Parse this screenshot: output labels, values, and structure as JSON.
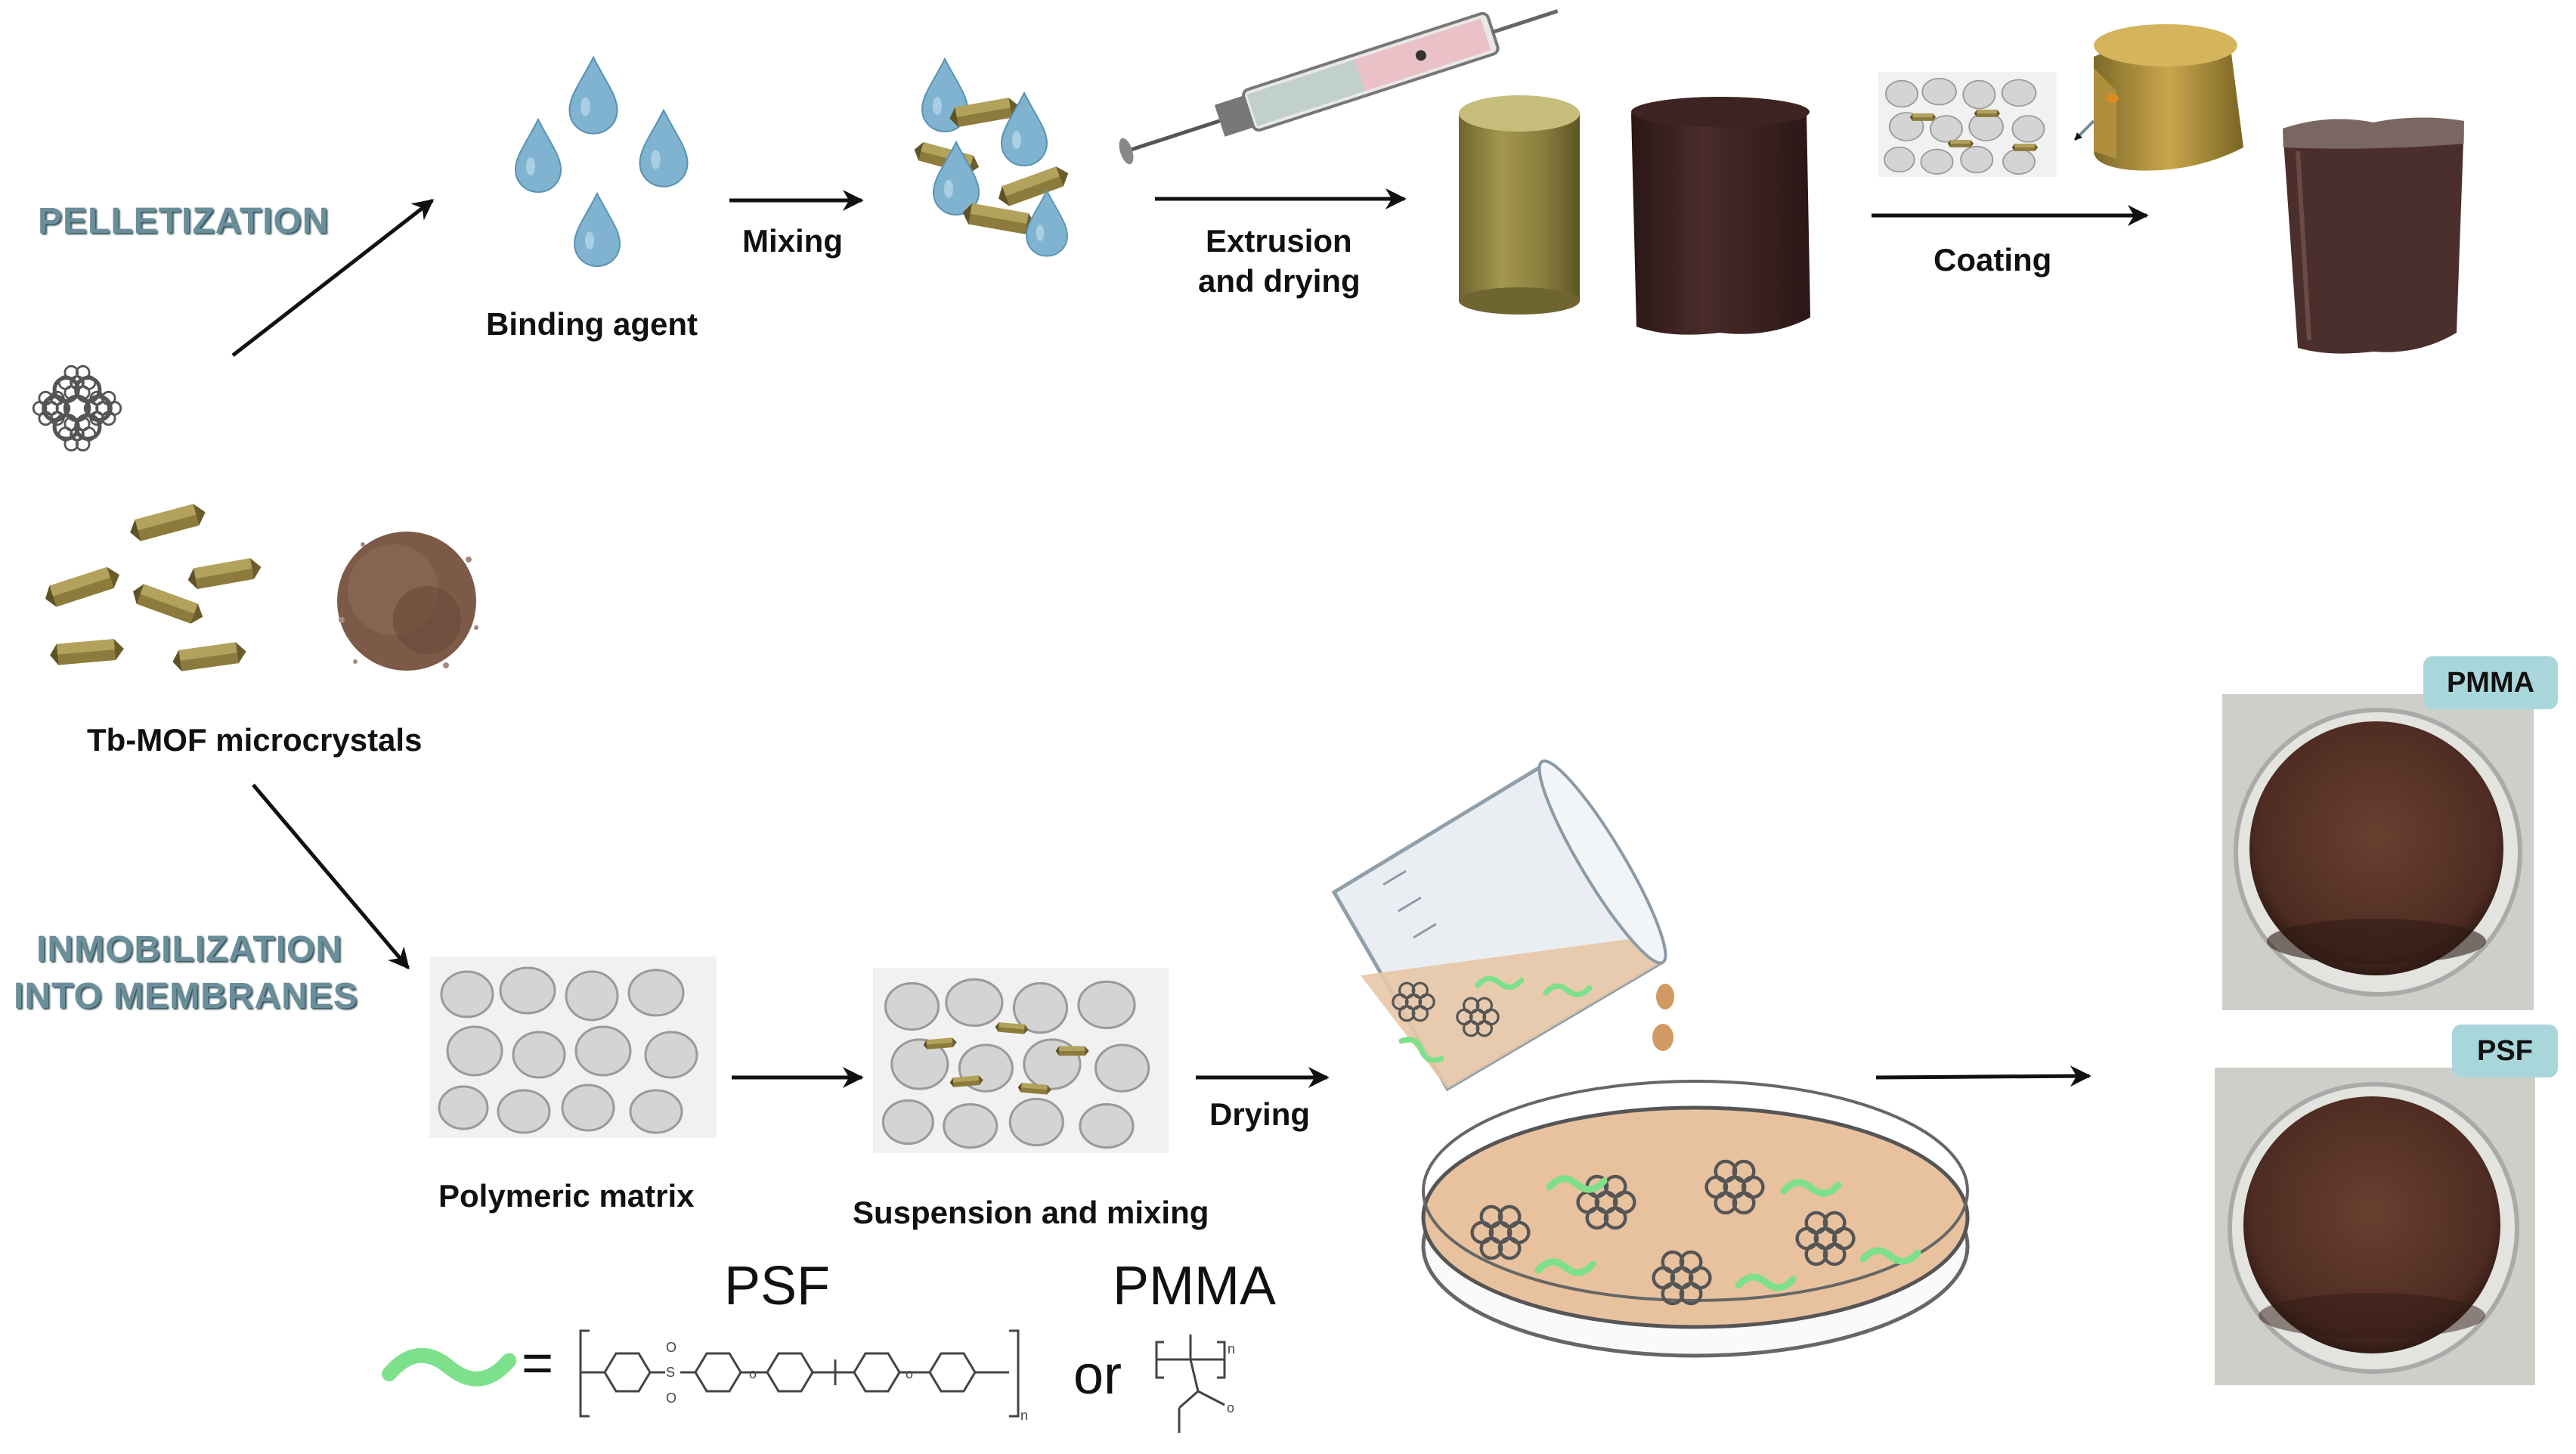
{
  "sections": {
    "pelletization": "PELLETIZATION",
    "immobilization_line1": "INMOBILIZATION",
    "immobilization_line2": "INTO MEMBRANES"
  },
  "top_row": {
    "binding_agent": "Binding agent",
    "mixing": "Mixing",
    "extrusion_line1": "Extrusion",
    "extrusion_line2": "and drying",
    "coating": "Coating"
  },
  "start": {
    "mof": "Tb-MOF microcrystals"
  },
  "bottom_row": {
    "polymeric_matrix": "Polymeric matrix",
    "suspension": "Suspension and mixing",
    "drying": "Drying"
  },
  "formula": {
    "psf": "PSF",
    "pmma": "PMMA",
    "equals": "=",
    "or": "or"
  },
  "result_tags": {
    "pmma": "PMMA",
    "psf": "PSF"
  },
  "colors": {
    "section_text": "#6a8e9a",
    "drop": "#7fb3cf",
    "crystal": "#8c7b3c",
    "pellet_tan": "#8b7f3f",
    "pellet_dark": "#3b2220",
    "membrane_brown": "#5b3428",
    "polymer_green": "#7de08a",
    "tag_bg": "#a9d6db"
  }
}
